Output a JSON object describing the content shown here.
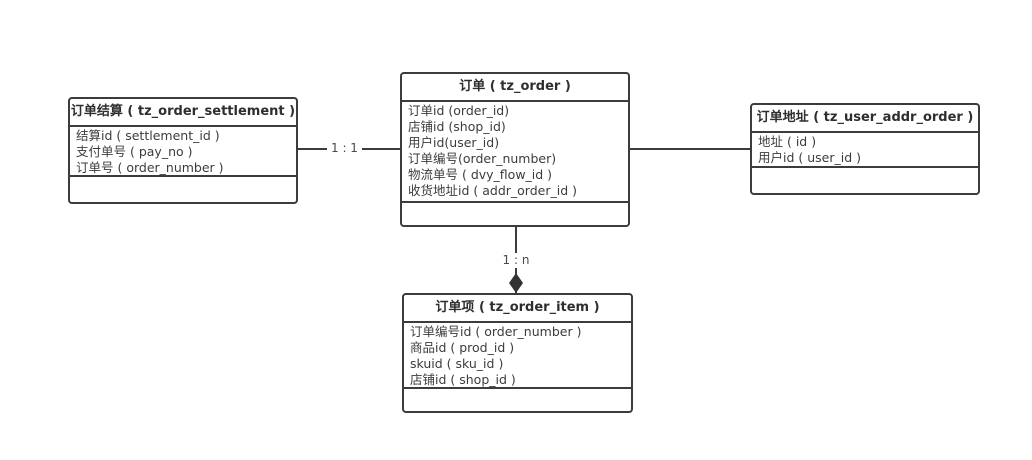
{
  "diagram": {
    "colors": {
      "border": "#3c3c3c",
      "text": "#3c3c3c",
      "background": "#ffffff"
    },
    "entities": [
      {
        "id": "order_settlement",
        "title": "订单结算 ( tz_order_settlement )",
        "fields": [
          "结算id ( settlement_id )",
          "支付单号 ( pay_no )",
          "订单号 ( order_number )"
        ]
      },
      {
        "id": "order",
        "title": "订单 ( tz_order )",
        "fields": [
          "订单id (order_id)",
          "店铺id (shop_id)",
          "用户id(user_id)",
          "订单编号(order_number)",
          "物流单号 ( dvy_flow_id )",
          "收货地址id ( addr_order_id )"
        ]
      },
      {
        "id": "user_addr_order",
        "title": "订单地址 ( tz_user_addr_order )",
        "fields": [
          "地址 ( id )",
          "用户id ( user_id )"
        ]
      },
      {
        "id": "order_item",
        "title": "订单项 ( tz_order_item )",
        "fields": [
          "订单编号id ( order_number )",
          "商品id ( prod_id )",
          "skuid ( sku_id )",
          "店铺id ( shop_id )"
        ]
      }
    ],
    "relations": [
      {
        "from": "order_settlement",
        "to": "order",
        "label": "1 : 1",
        "arrow": "none"
      },
      {
        "from": "order",
        "to": "user_addr_order",
        "label": "",
        "arrow": "none"
      },
      {
        "from": "order",
        "to": "order_item",
        "label": "1 : n",
        "arrow": "diamond-arrow"
      }
    ]
  }
}
